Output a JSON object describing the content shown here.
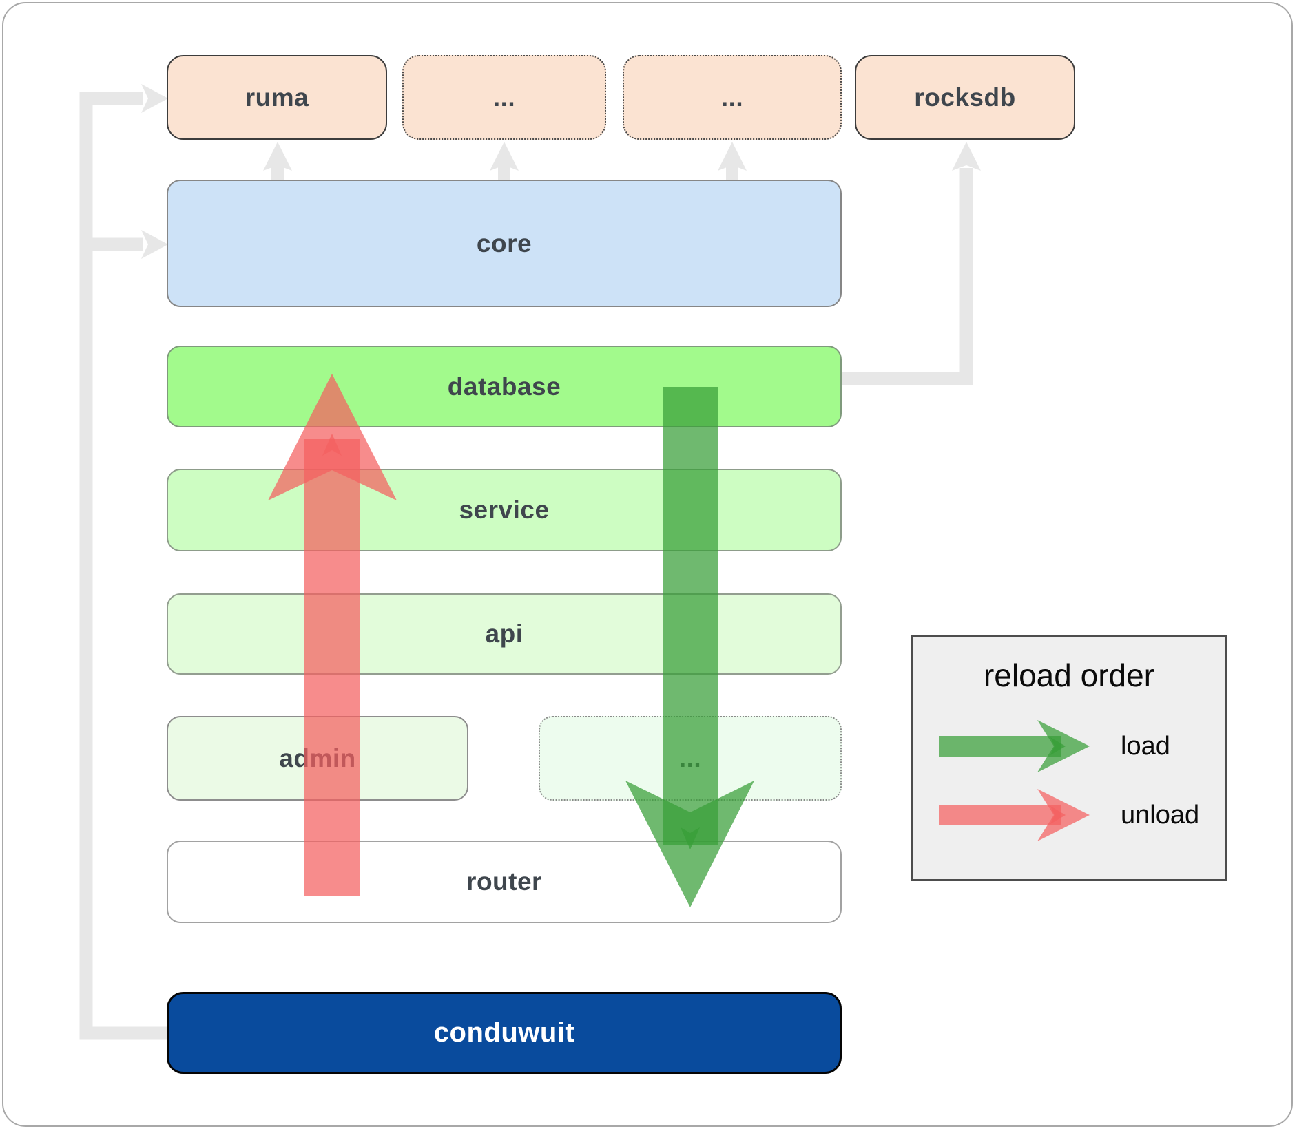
{
  "top_row": [
    {
      "label": "ruma",
      "border": "solid"
    },
    {
      "label": "...",
      "border": "dotted"
    },
    {
      "label": "...",
      "border": "dotted"
    },
    {
      "label": "rocksdb",
      "border": "solid"
    }
  ],
  "stack": {
    "core": "core",
    "database": "database",
    "service": "service",
    "api": "api",
    "admin": "admin",
    "admin_more": "...",
    "router": "router",
    "app": "conduwuit"
  },
  "legend": {
    "title": "reload order",
    "items": [
      {
        "label": "load",
        "color": "#389e38"
      },
      {
        "label": "unload",
        "color": "#f45f5f"
      }
    ]
  },
  "colors": {
    "peach_box": "#fbe3d2",
    "core_blue": "#cde2f7",
    "database_green": "#a2fa8c",
    "service_green": "#cdfdc2",
    "api_green": "#e2fcda",
    "admin_green": "#ebfae6",
    "router_white": "#ffffff",
    "conduwuit_blue": "#094b9d",
    "connector_gray": "#e7e7e7",
    "load_arrow": "#389e38",
    "unload_arrow": "#f45f5f",
    "legend_bg": "#efefef"
  }
}
